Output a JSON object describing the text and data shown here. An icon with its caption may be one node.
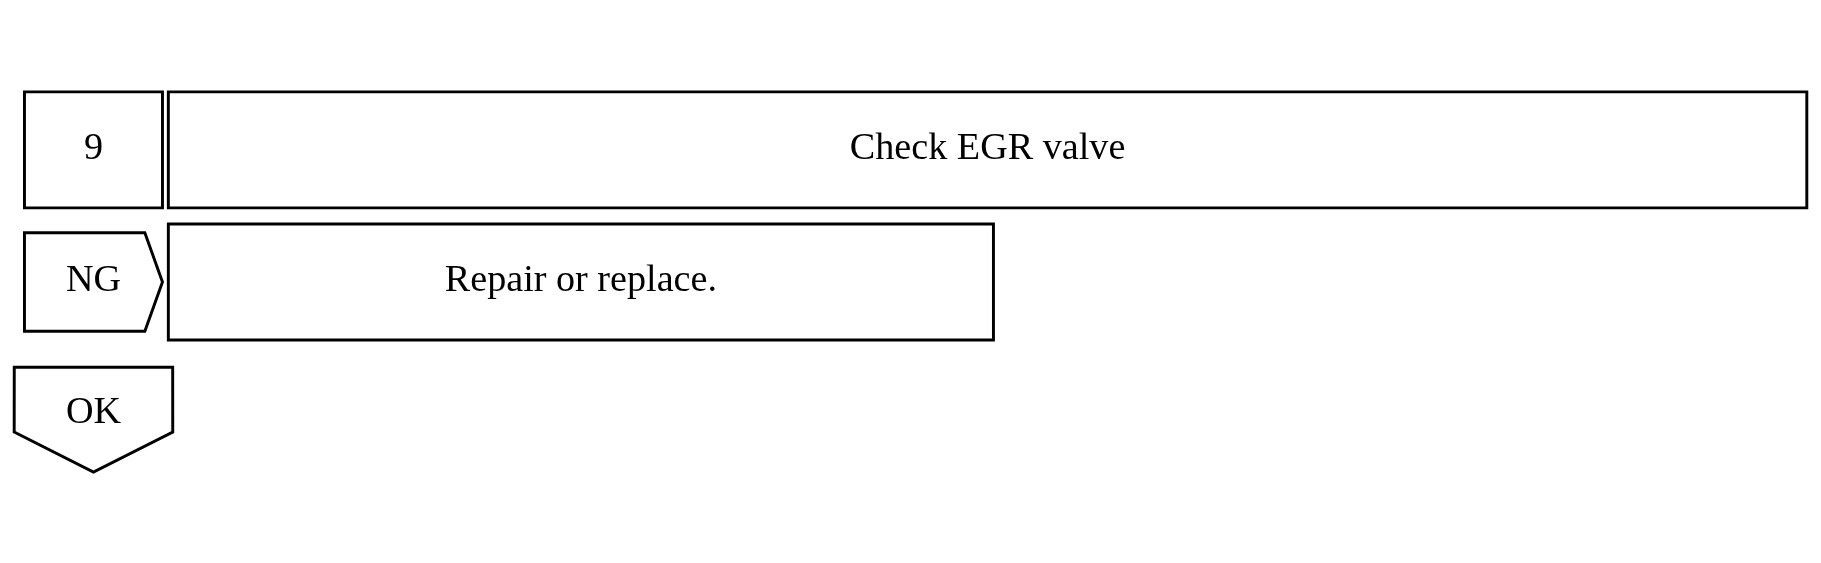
{
  "diagram": {
    "nodes": [
      {
        "text": [
          "9"
        ]
      },
      {
        "text": [
          "Check EGR valve"
        ]
      },
      {
        "text": [
          "NG"
        ]
      },
      {
        "text": [
          "Repair or replace."
        ]
      },
      {
        "text": [
          "OK"
        ]
      }
    ]
  }
}
